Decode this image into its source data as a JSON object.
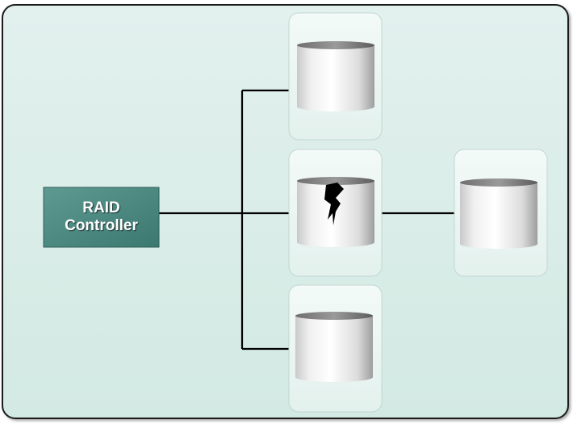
{
  "controller": {
    "label_line1": "RAID",
    "label_line2": "Controller"
  },
  "disks": [
    {
      "id": "disk-top",
      "status": "normal"
    },
    {
      "id": "disk-middle",
      "status": "failed",
      "damage_icon": "crack-icon"
    },
    {
      "id": "disk-bottom",
      "status": "normal"
    },
    {
      "id": "disk-spare",
      "status": "normal"
    }
  ],
  "colors": {
    "background_panel": "#d8ebe6",
    "disk_slot": "#ecf6f3",
    "controller": "#4b8880",
    "connector": "#000000"
  }
}
